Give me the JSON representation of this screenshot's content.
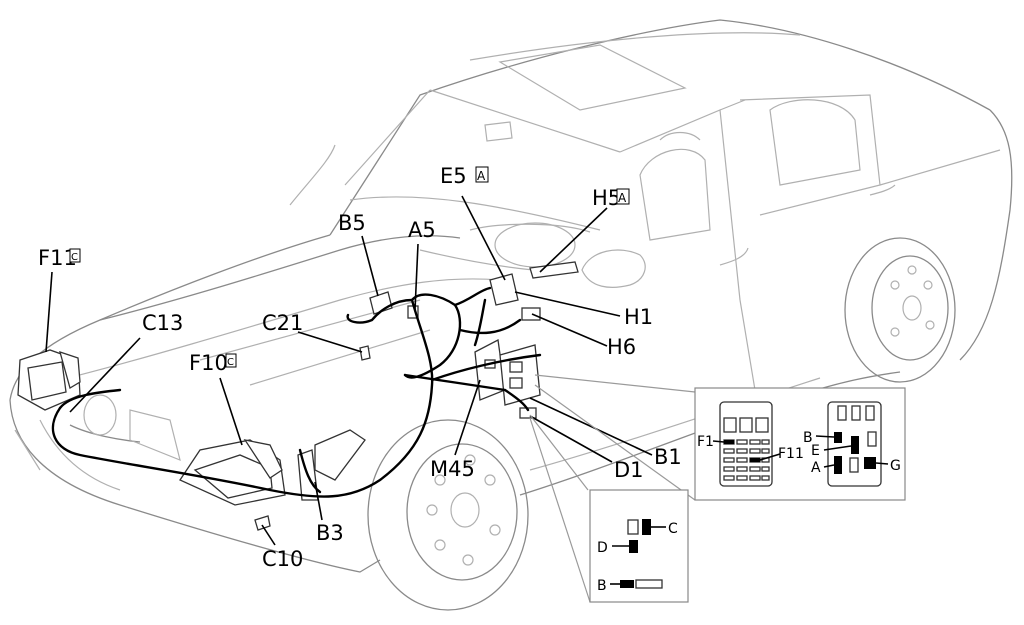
{
  "labels": {
    "F11C": "F11",
    "C13": "C13",
    "F10C": "F10",
    "C21": "C21",
    "B5": "B5",
    "A5": "A5",
    "E5A": "E5",
    "H5A": "H5",
    "H1": "H1",
    "H6": "H6",
    "B1": "B1",
    "D1": "D1",
    "M45": "M45",
    "B3": "B3",
    "C10": "C10"
  },
  "tags": {
    "F11C": "C",
    "F10C": "C",
    "E5A": "A",
    "H5A": "A"
  },
  "inset_fusebox": {
    "left_labels": {
      "F1": "F1",
      "F11": "F11"
    },
    "right_labels": {
      "B": "B",
      "E": "E",
      "A": "A",
      "G": "G"
    }
  },
  "inset_relay": {
    "labels": {
      "C": "C",
      "D": "D",
      "B": "B"
    }
  }
}
